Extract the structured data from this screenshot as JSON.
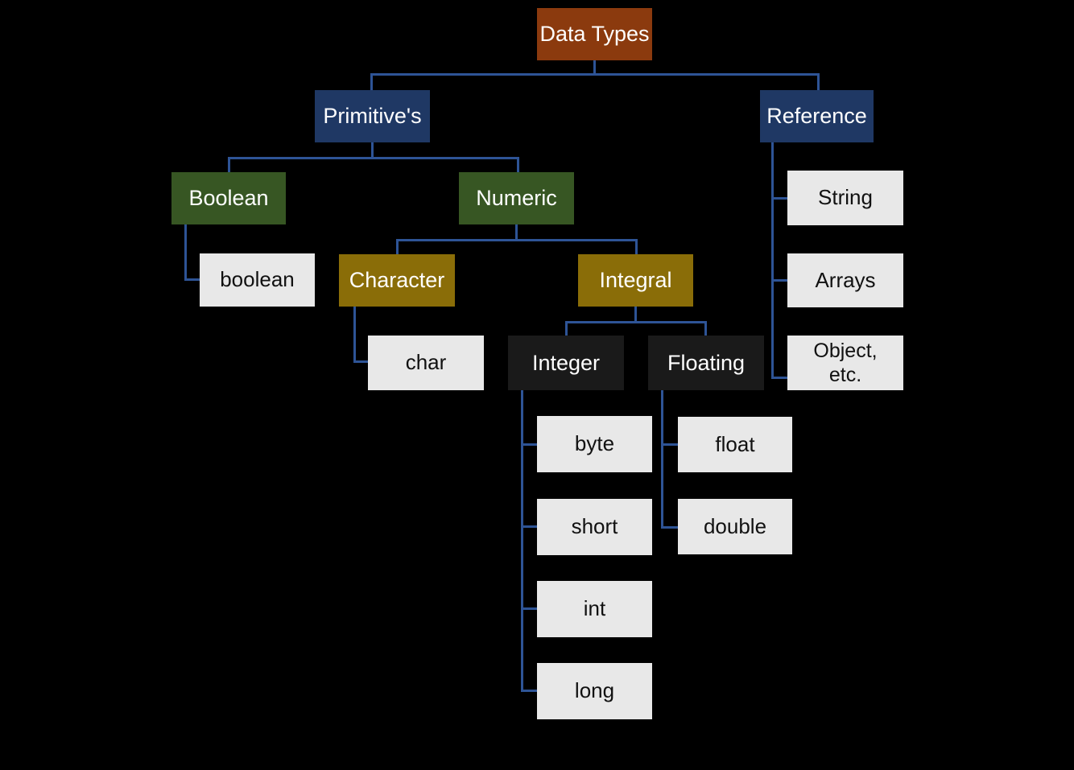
{
  "diagram": {
    "title": "Data Types",
    "background_color": "#000000",
    "connector_color": "#2e5496",
    "palette": {
      "root": "#8b3a0e",
      "category": "#1f3864",
      "green": "#375623",
      "gold": "#8a6d08",
      "dark": "#1a1a1a",
      "leaf": "#e8e8e8"
    },
    "nodes": {
      "data_types": "Data Types",
      "primitives": "Primitive's",
      "reference": "Reference",
      "boolean_cat": "Boolean",
      "numeric": "Numeric",
      "boolean_leaf": "boolean",
      "character": "Character",
      "integral": "Integral",
      "char_leaf": "char",
      "integer": "Integer",
      "floating": "Floating",
      "byte": "byte",
      "short": "short",
      "int": "int",
      "long": "long",
      "float": "float",
      "double": "double",
      "string": "String",
      "arrays": "Arrays",
      "object_line1": "Object,",
      "object_line2": "etc."
    }
  }
}
